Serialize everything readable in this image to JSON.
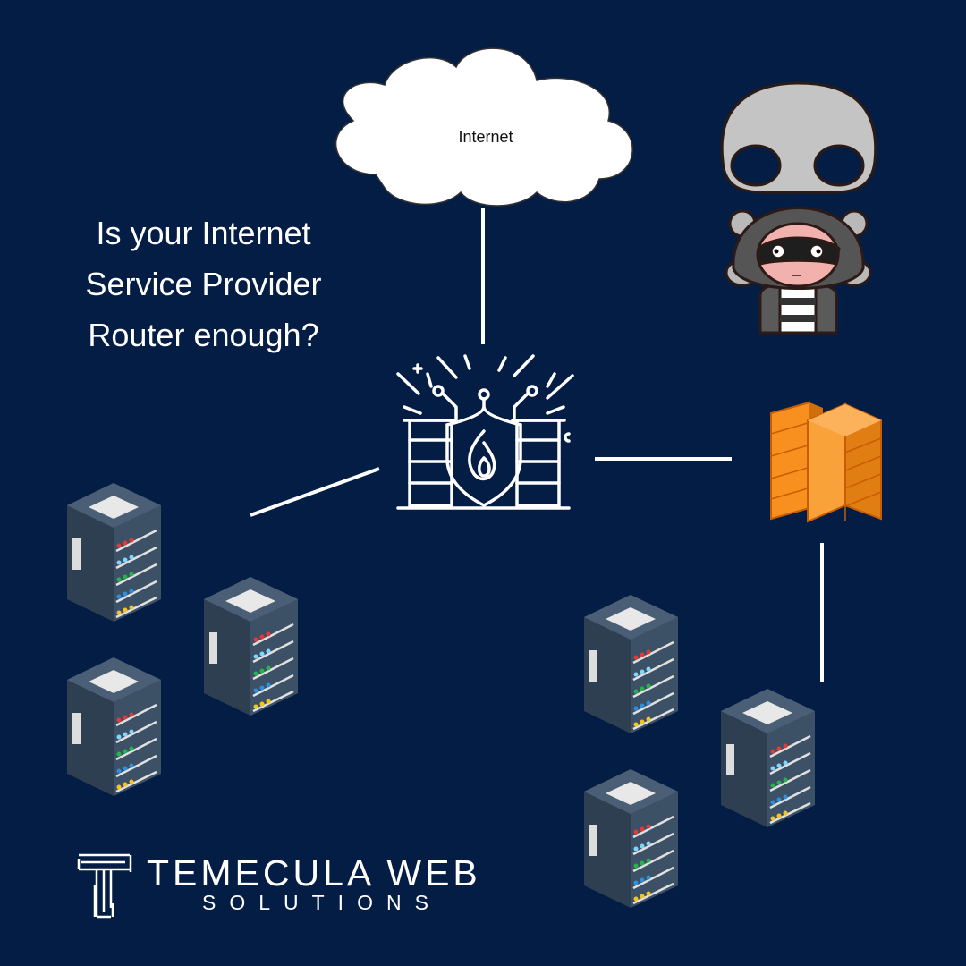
{
  "headline": {
    "lines": [
      "Is your Internet",
      "Service Provider",
      "Router enough?"
    ]
  },
  "cloud": {
    "label": "Internet"
  },
  "logo": {
    "name": "TEMECULA WEB",
    "subtitle": "SOLUTIONS"
  },
  "colors": {
    "background": "#041d45",
    "lines": "#ffffff",
    "firewall_orange": "#f7901e",
    "server_body": "#3a4e63"
  },
  "icons": [
    "cloud-icon",
    "hacker-skull-icon",
    "firewall-shield-icon",
    "brick-firewall-icon",
    "server-rack-icon"
  ]
}
